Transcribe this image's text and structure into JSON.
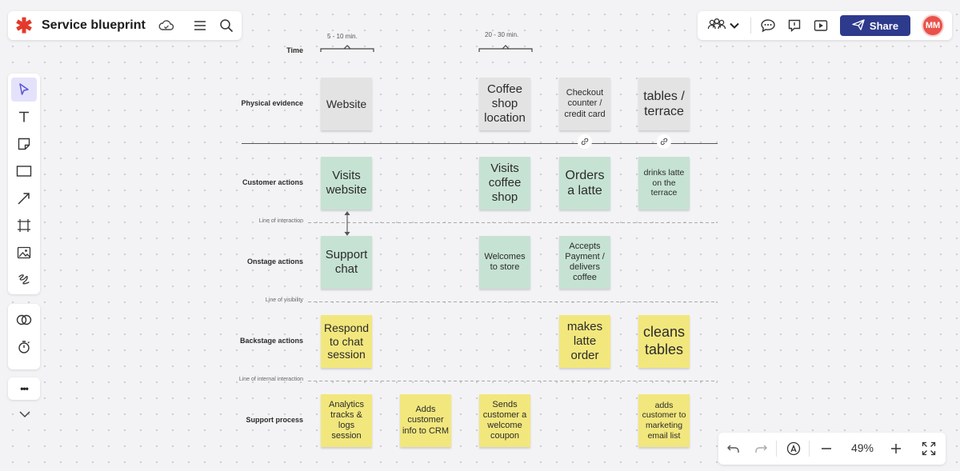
{
  "header": {
    "title": "Service blueprint",
    "logo_icon": "asterisk-logo",
    "share_label": "Share",
    "avatar_initials": "MM",
    "brand_color": "#e33a2c",
    "share_color": "#2e3a8c",
    "avatar_color": "#e8524a"
  },
  "toolbar": {
    "tools": [
      "select-tool",
      "text-tool",
      "sticky-note-tool",
      "rectangle-tool",
      "arrow-tool",
      "frame-tool",
      "image-tool",
      "pen-tool"
    ],
    "extra_tools": [
      "shapes-tool",
      "timer-tool"
    ],
    "more_label": "•••"
  },
  "zoom": {
    "level": "49%"
  },
  "blueprint": {
    "time": {
      "label": "Time",
      "spans": [
        "5 - 10 min.",
        "20 - 30 min."
      ]
    },
    "rows": {
      "physical": "Physical evidence",
      "customer": "Customer actions",
      "onstage": "Onstage actions",
      "backstage": "Backstage actions",
      "support": "Support process"
    },
    "lines": {
      "interaction": "Line of interaction",
      "visibility": "Line of visibility",
      "internal": "Line of internal interaction"
    },
    "notes": {
      "website": "Website",
      "coffee_shop_location": "Coffee shop location",
      "checkout_counter": "Checkout counter / credit card",
      "tables_terrace": "tables / terrace",
      "visits_website": "Visits website",
      "visits_coffee_shop": "Visits coffee shop",
      "orders_latte": "Orders a latte",
      "drinks_latte": "drinks latte on the terrace",
      "support_chat": "Support chat",
      "welcomes_to_store": "Welcomes to store",
      "accepts_payment": "Accepts Payment / delivers coffee",
      "respond_chat": "Respond to chat session",
      "makes_latte": "makes latte order",
      "cleans_tables": "cleans tables",
      "analytics": "Analytics tracks & logs session",
      "adds_customer_info": "Adds customer info to CRM",
      "sends_coupon": "Sends customer a welcome coupon",
      "adds_marketing": "adds customer to marketing email list"
    },
    "colors": {
      "physical": "#e3e3e3",
      "customer_onstage": "#c6e2d3",
      "backstage_support": "#f2e77d"
    }
  }
}
